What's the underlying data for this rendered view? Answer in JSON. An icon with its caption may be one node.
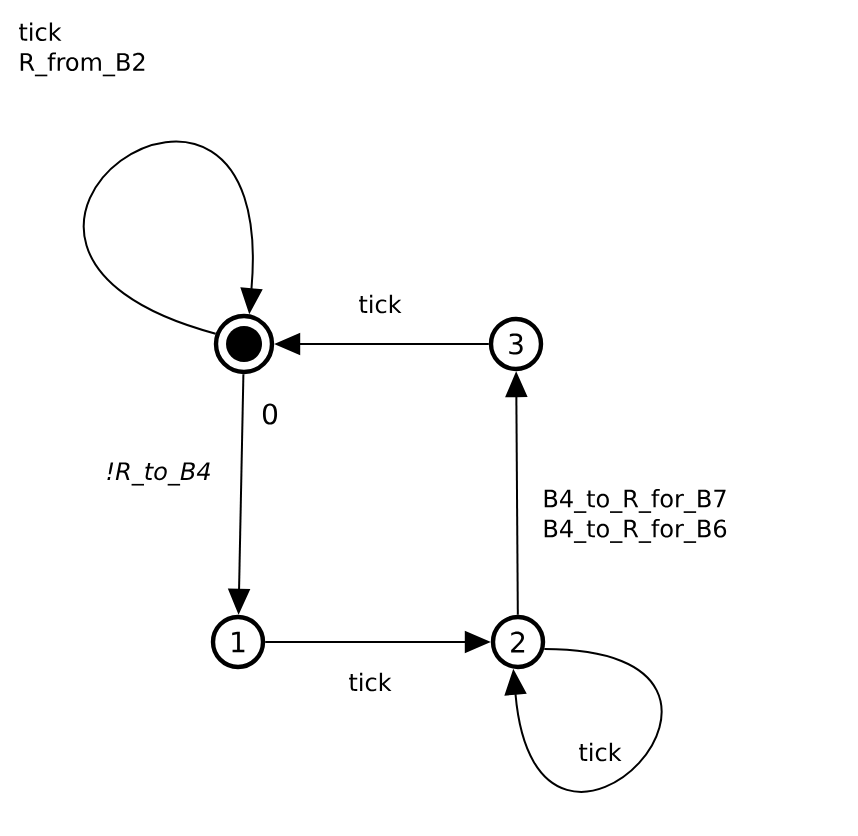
{
  "diagram": {
    "nodes": [
      {
        "text": [],
        "shape": "circle",
        "beside": [
          "0"
        ]
      },
      {
        "text": [
          "1"
        ]
      },
      {
        "text": [
          "2"
        ]
      },
      {
        "text": [
          "3"
        ]
      }
    ],
    "edges": [
      {
        "from": 0,
        "to": 0,
        "arrow": "to",
        "label": "tick R_from_B2"
      },
      {
        "from": 3,
        "to": 0,
        "arrow": "to",
        "label": "tick"
      },
      {
        "from": 0,
        "to": 1,
        "arrow": "to",
        "label": "!R_to_B4"
      },
      {
        "from": 1,
        "to": 2,
        "arrow": "to",
        "label": "tick"
      },
      {
        "from": 2,
        "to": 3,
        "arrow": "to",
        "label": "B4_to_R_for_B7 B4_to_R_for_B6"
      },
      {
        "from": 2,
        "to": 2,
        "arrow": "to",
        "label": "tick"
      }
    ]
  }
}
